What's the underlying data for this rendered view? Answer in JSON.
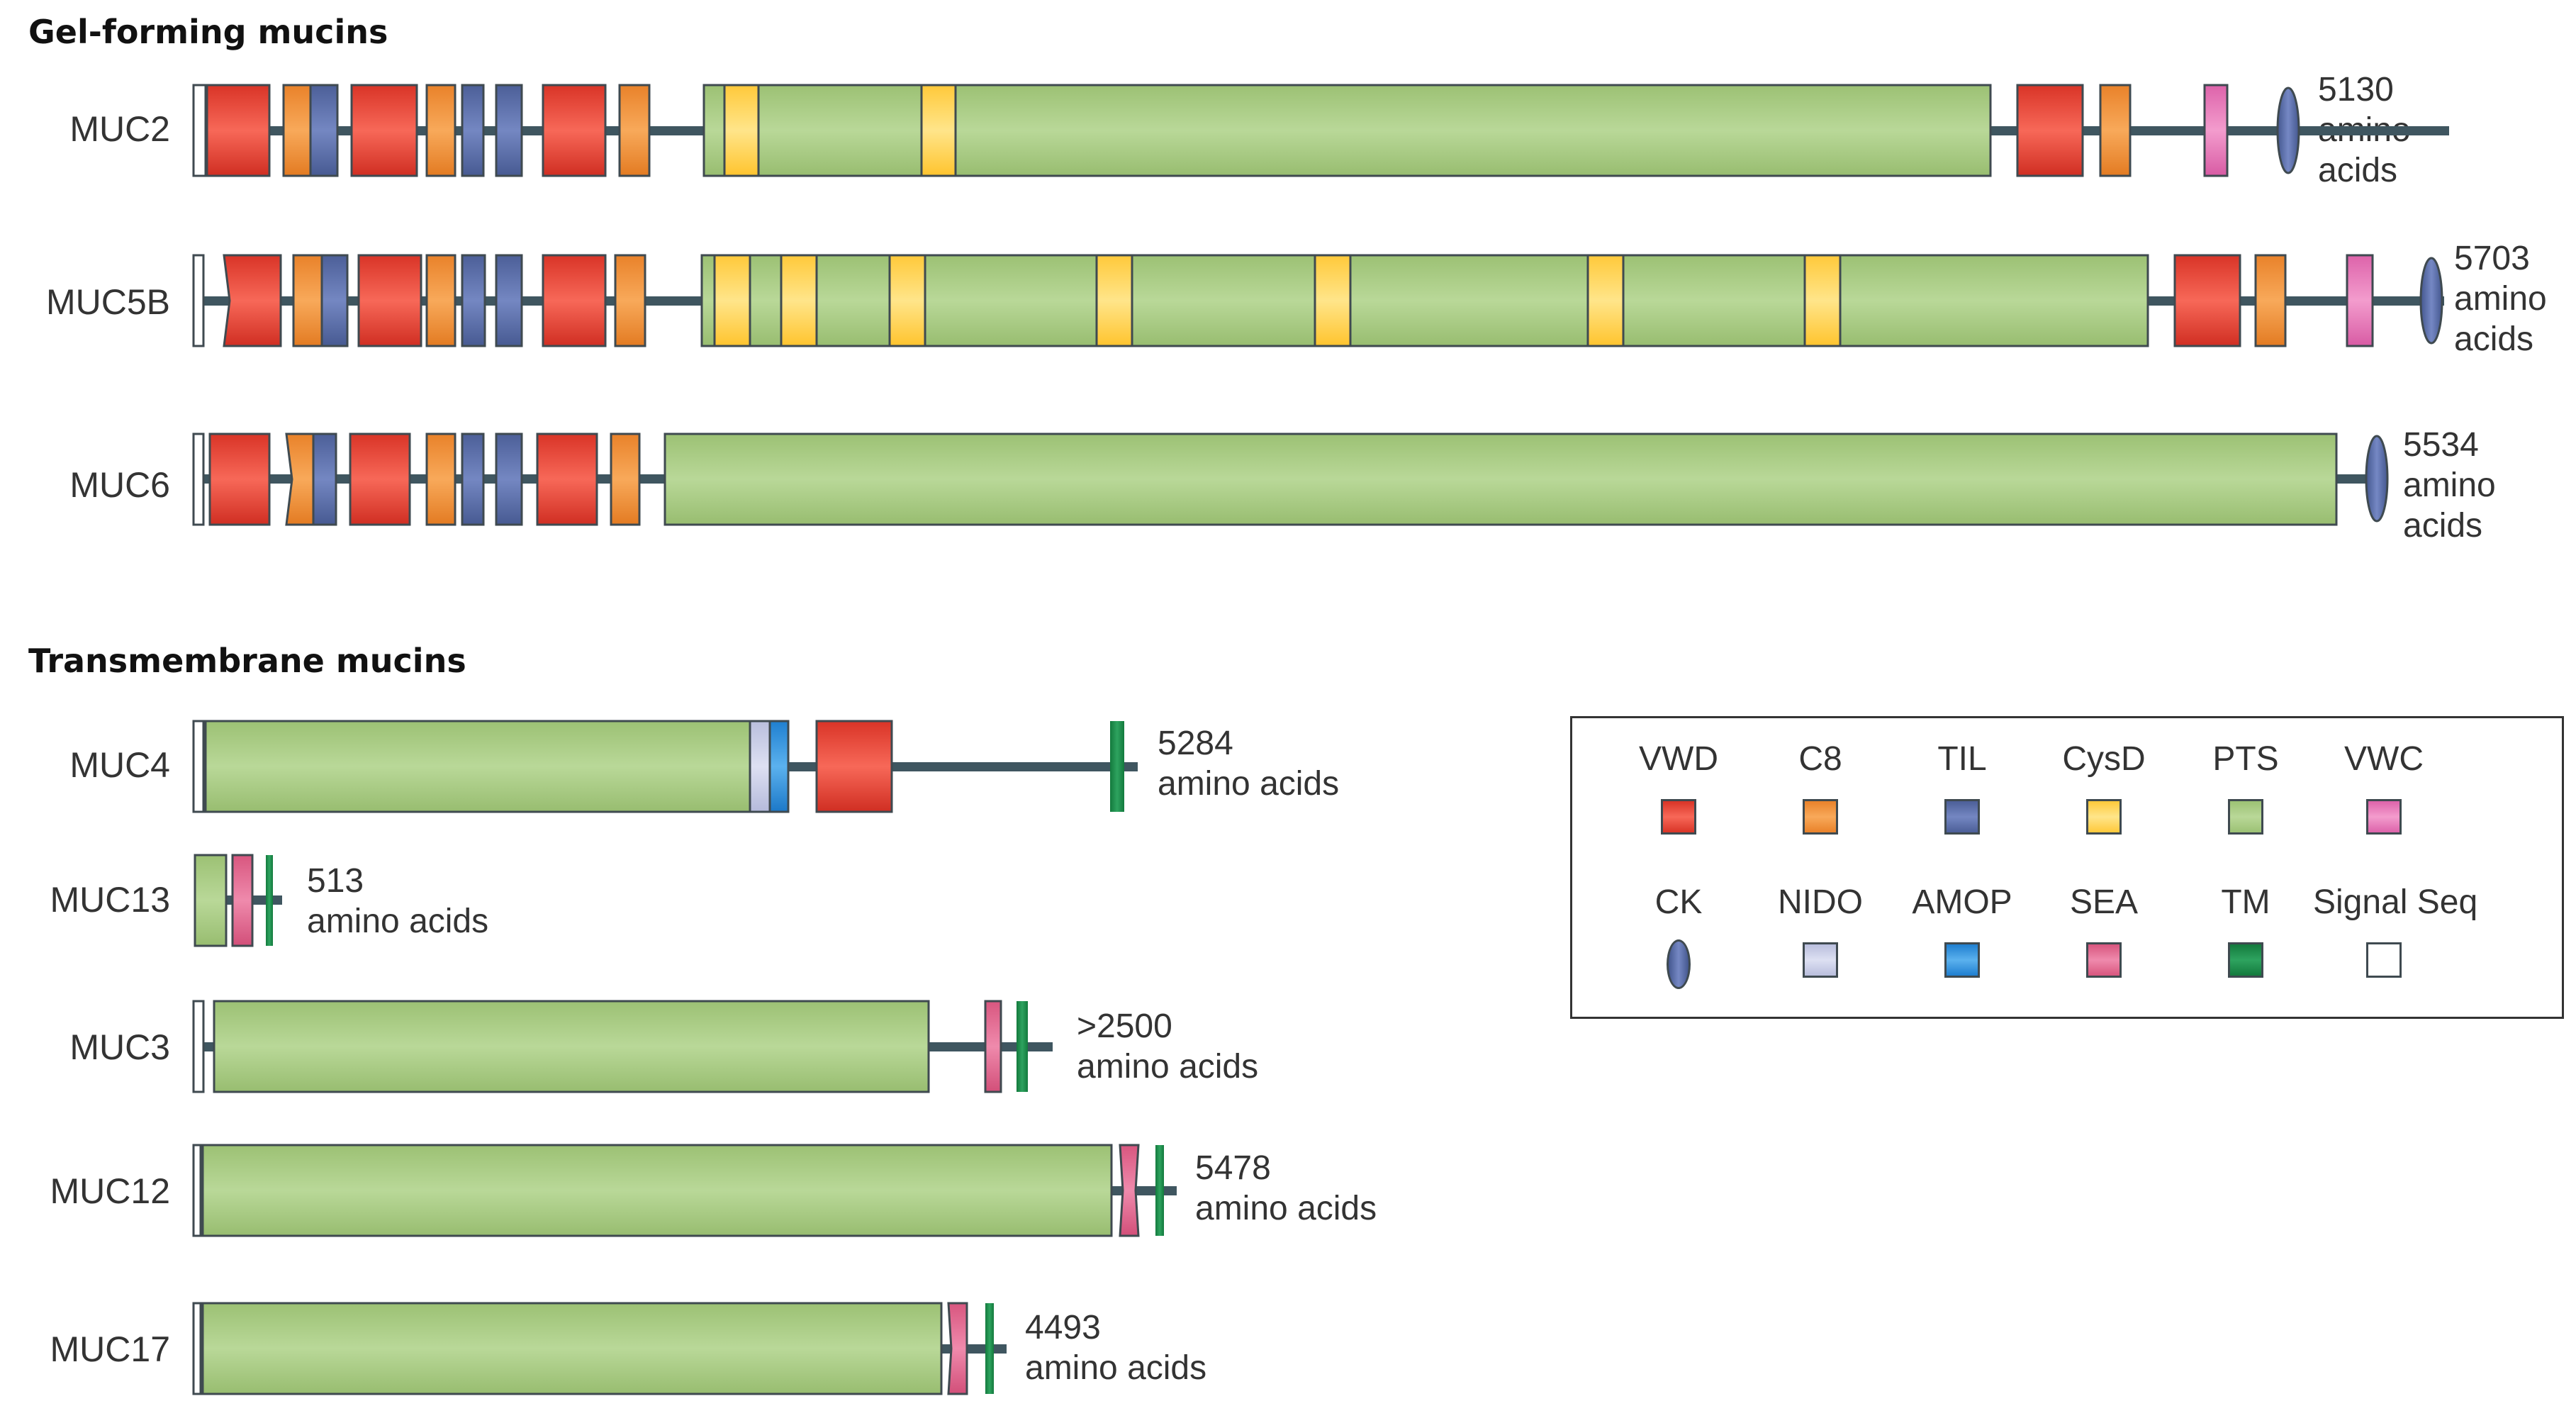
{
  "colors": {
    "VWD": "#e8453c",
    "C8": "#f0923a",
    "TIL": "#5a6ea8",
    "CysD": "#ffd24d",
    "PTS": "#a9cc83",
    "VWC": "#e67ab8",
    "CK": "#5a6ea8",
    "NIDO": "#c7cbe6",
    "AMOP": "#2f8dd8",
    "SEA": "#e26a95",
    "TM": "#1f8a4c",
    "SignalSeq": "#ffffff",
    "linker": "#3f5660"
  },
  "sections": {
    "gel": "Gel-forming mucins",
    "transmembrane": "Transmembrane mucins"
  },
  "mucins": {
    "MUC2": {
      "label": "MUC2",
      "length": "5130",
      "suffix_line1": "amino",
      "suffix_line2": "acids"
    },
    "MUC5B": {
      "label": "MUC5B",
      "length": "5703",
      "suffix_line1": "amino",
      "suffix_line2": "acids"
    },
    "MUC6": {
      "label": "MUC6",
      "length": "5534",
      "suffix_line1": "amino",
      "suffix_line2": "acids"
    },
    "MUC4": {
      "label": "MUC4",
      "length": "5284",
      "suffix": "amino acids"
    },
    "MUC13": {
      "label": "MUC13",
      "length": "513",
      "suffix": "amino acids"
    },
    "MUC3": {
      "label": "MUC3",
      "length": ">2500",
      "suffix": "amino acids"
    },
    "MUC12": {
      "label": "MUC12",
      "length": "5478",
      "suffix": "amino acids"
    },
    "MUC17": {
      "label": "MUC17",
      "length": "4493",
      "suffix": "amino acids"
    }
  },
  "legend": [
    {
      "key": "VWD",
      "label": "VWD",
      "shape": "square"
    },
    {
      "key": "C8",
      "label": "C8",
      "shape": "square"
    },
    {
      "key": "TIL",
      "label": "TIL",
      "shape": "square"
    },
    {
      "key": "CysD",
      "label": "CysD",
      "shape": "square"
    },
    {
      "key": "PTS",
      "label": "PTS",
      "shape": "square"
    },
    {
      "key": "VWC",
      "label": "VWC",
      "shape": "square"
    },
    {
      "key": "CK",
      "label": "CK",
      "shape": "ellipse"
    },
    {
      "key": "NIDO",
      "label": "NIDO",
      "shape": "square"
    },
    {
      "key": "AMOP",
      "label": "AMOP",
      "shape": "square"
    },
    {
      "key": "SEA",
      "label": "SEA",
      "shape": "square"
    },
    {
      "key": "TM",
      "label": "TM",
      "shape": "square"
    },
    {
      "key": "SignalSeq",
      "label": "Signal Seq",
      "shape": "square"
    }
  ]
}
